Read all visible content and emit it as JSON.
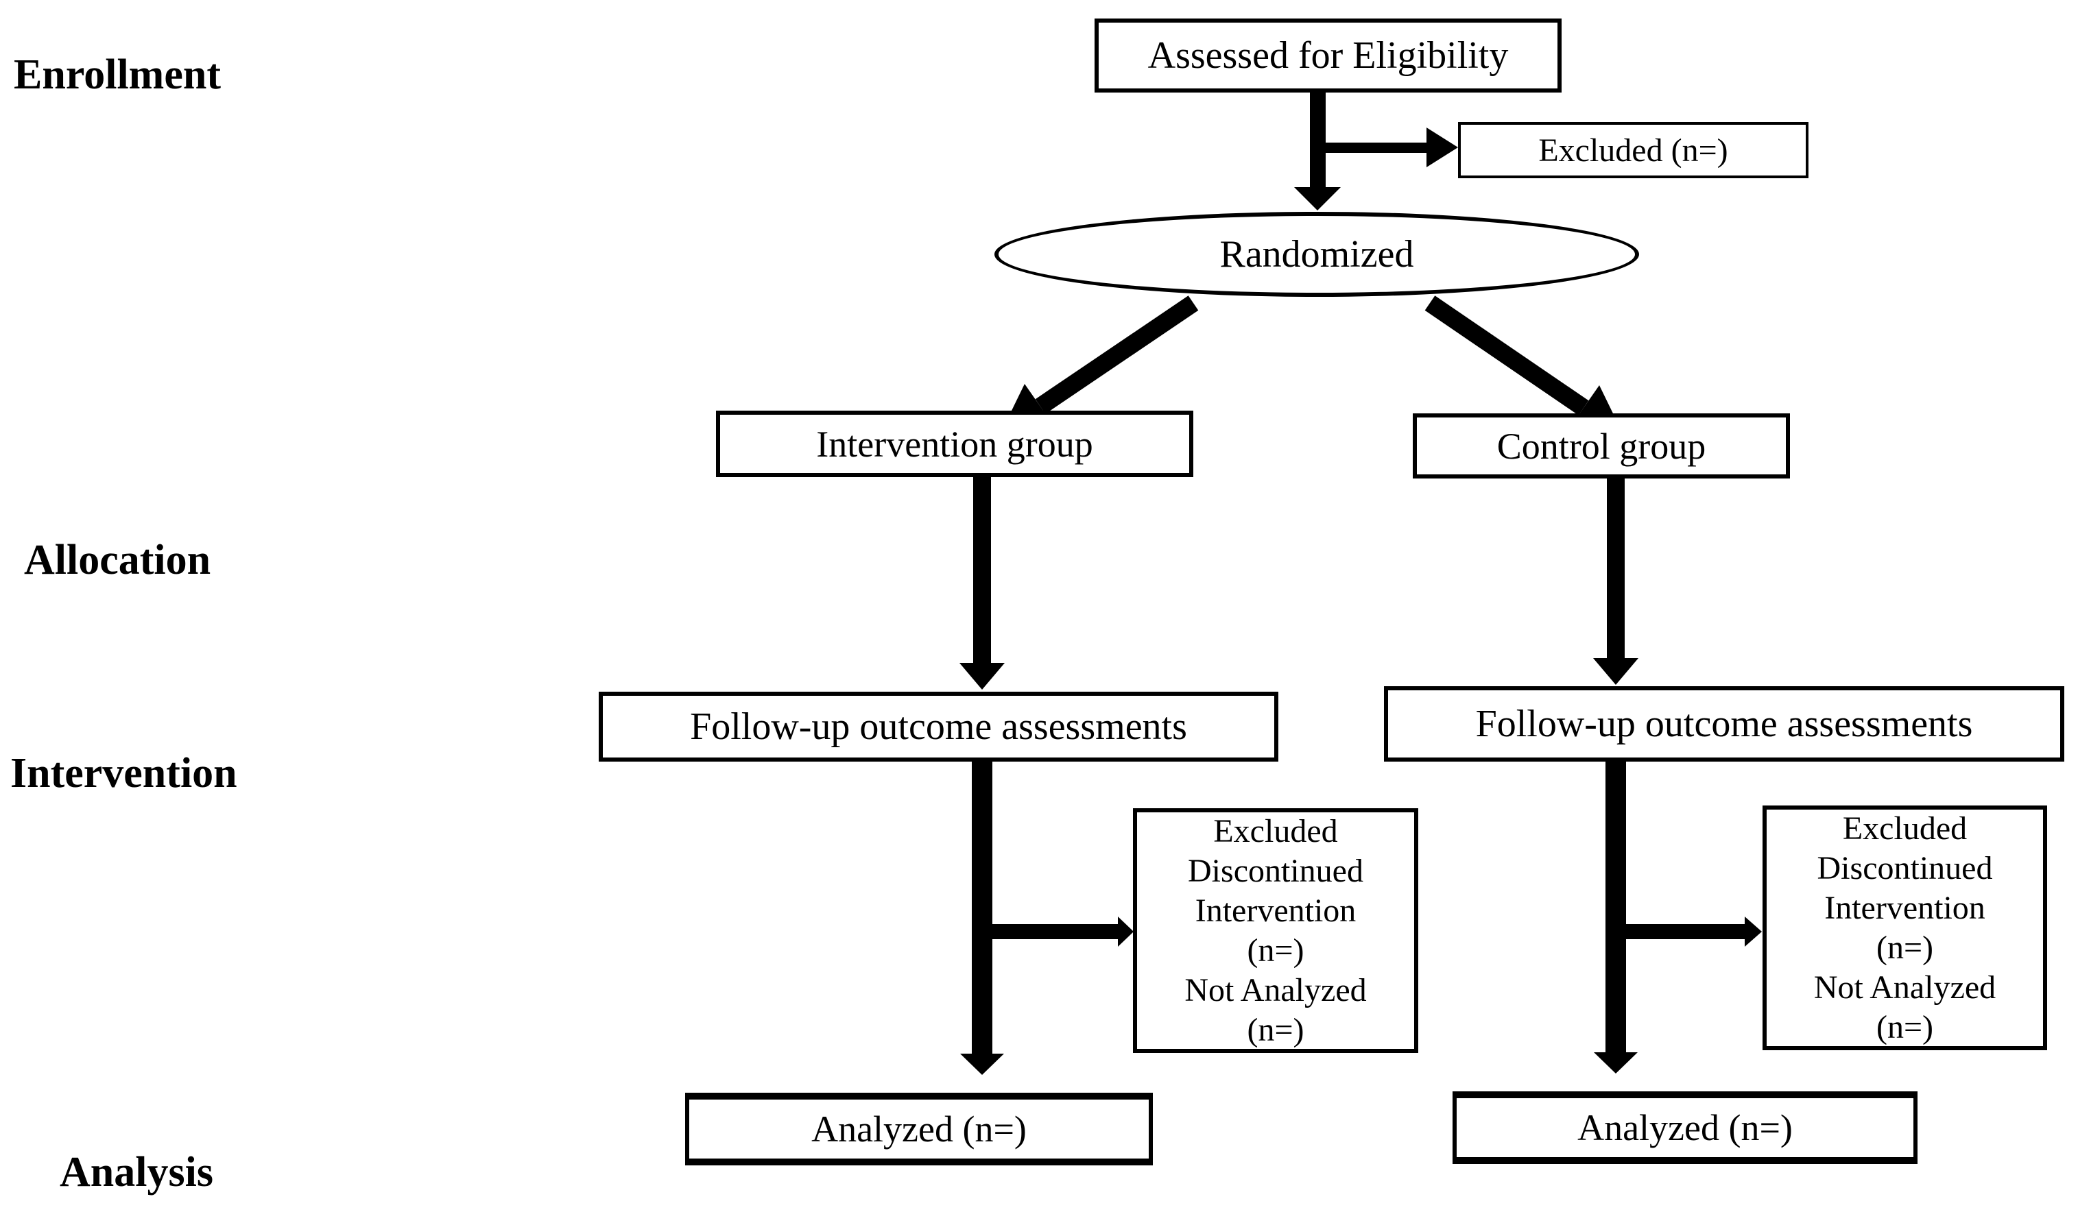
{
  "diagram": {
    "title": "CONSORT-style randomized trial flow diagram",
    "colors": {
      "background": "#ffffff",
      "line": "#000000",
      "box_fill": "#ffffff",
      "text": "#000000"
    },
    "stage_labels": [
      {
        "id": "enrollment",
        "label": "Enrollment"
      },
      {
        "id": "allocation",
        "label": "Allocation"
      },
      {
        "id": "intervention",
        "label": "Intervention"
      },
      {
        "id": "analysis",
        "label": "Analysis"
      }
    ],
    "nodes": {
      "assessed": {
        "shape": "rect",
        "label": "Assessed for Eligibility"
      },
      "excluded_top": {
        "shape": "rect",
        "label": "Excluded (n=)"
      },
      "randomized": {
        "shape": "ellipse",
        "label": "Randomized"
      },
      "intervention_group": {
        "shape": "rect",
        "label": "Intervention group"
      },
      "control_group": {
        "shape": "rect",
        "label": "Control group"
      },
      "followup_intervention": {
        "shape": "rect",
        "label": "Follow-up outcome assessments"
      },
      "followup_control": {
        "shape": "rect",
        "label": "Follow-up outcome assessments"
      },
      "excluded_detail_intervention": {
        "shape": "rect",
        "lines": [
          "Excluded",
          "Discontinued",
          "Intervention",
          "(n=)",
          "Not Analyzed",
          "(n=)"
        ]
      },
      "excluded_detail_control": {
        "shape": "rect",
        "lines": [
          "Excluded",
          "Discontinued",
          "Intervention",
          "(n=)",
          "Not Analyzed",
          "(n=)"
        ]
      },
      "analyzed_intervention": {
        "shape": "rect",
        "label": "Analyzed (n=)"
      },
      "analyzed_control": {
        "shape": "rect",
        "label": "Analyzed (n=)"
      }
    },
    "edges": [
      {
        "from": "assessed",
        "to": "randomized"
      },
      {
        "from": "assessed",
        "to": "excluded_top"
      },
      {
        "from": "randomized",
        "to": "intervention_group"
      },
      {
        "from": "randomized",
        "to": "control_group"
      },
      {
        "from": "intervention_group",
        "to": "followup_intervention"
      },
      {
        "from": "control_group",
        "to": "followup_control"
      },
      {
        "from": "followup_intervention",
        "to": "analyzed_intervention"
      },
      {
        "from": "followup_intervention",
        "to": "excluded_detail_intervention"
      },
      {
        "from": "followup_control",
        "to": "analyzed_control"
      },
      {
        "from": "followup_control",
        "to": "excluded_detail_control"
      }
    ]
  }
}
